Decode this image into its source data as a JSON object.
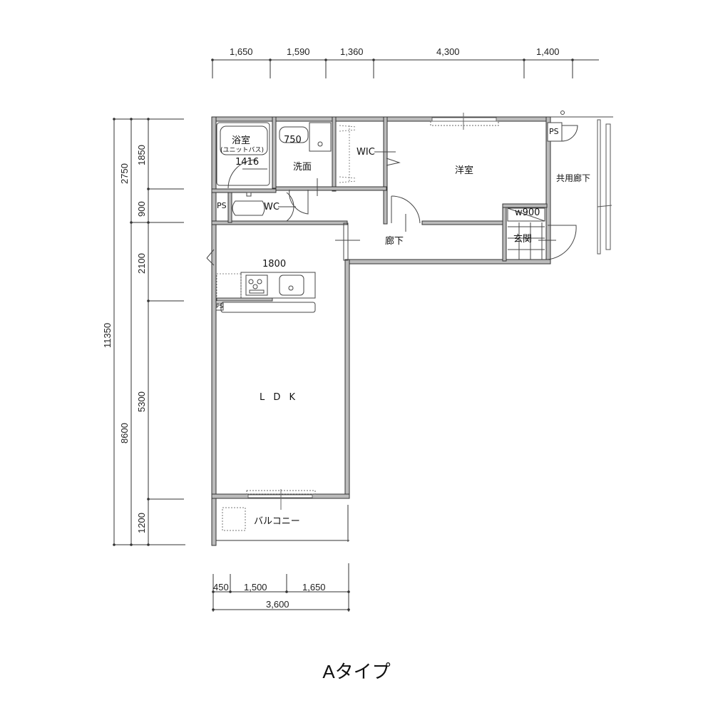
{
  "title": "Aタイプ",
  "top_dimensions": [
    "1,650",
    "1,590",
    "1,360",
    "4,300",
    "1,400"
  ],
  "left_dimensions": {
    "total": "11350",
    "mid": [
      "2750",
      "8600"
    ],
    "inner": [
      "1850",
      "900",
      "2100",
      "5300",
      "1200"
    ]
  },
  "bottom_dimensions": {
    "row1": [
      "450",
      "1,500",
      "1,650"
    ],
    "total": "3,600"
  },
  "rooms": {
    "bath": "浴室",
    "bath_type": "(ユニットバス)",
    "bath_size": "1416",
    "vanity_width": "750",
    "washroom": "洗面",
    "wic": "WIC",
    "western_room": "洋室",
    "common_corridor": "共用廊下",
    "ps_top": "PS",
    "ps_wc": "PS",
    "ps_kitchen": "PS",
    "wc": "WC",
    "shoe_closet": "w900",
    "entrance": "玄関",
    "hallway": "廊下",
    "kitchen_width": "1800",
    "ldk": "L D K",
    "balcony": "バルコニー"
  }
}
